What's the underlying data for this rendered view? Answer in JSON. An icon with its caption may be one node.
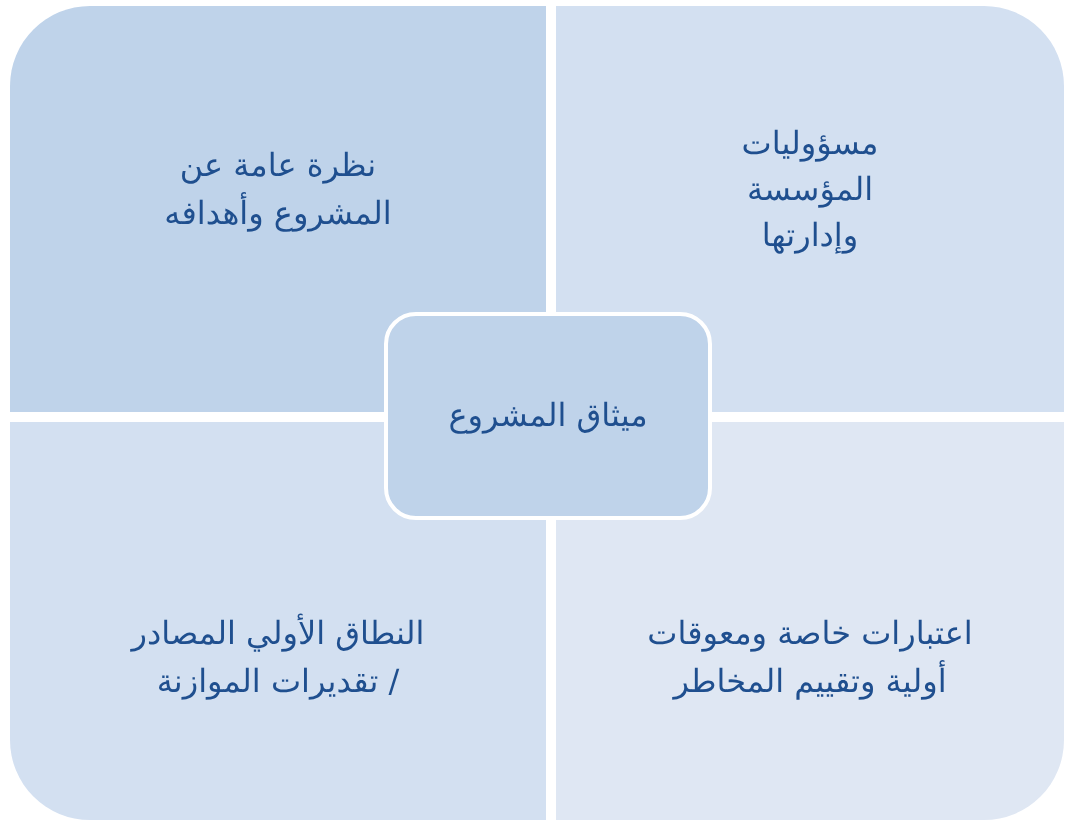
{
  "diagram": {
    "nodes": [
      {
        "text": [
          "نظرة عامة عن المشروع وأهدافه"
        ]
      },
      {
        "text": [
          "مسؤوليات المؤسسة وإدارتها"
        ]
      },
      {
        "text": [
          "النطاق الأولي المصادر / تقديرات الموازنة"
        ]
      },
      {
        "text": [
          "اعتبارات خاصة ومعوقات أولية وتقييم المخاطر"
        ]
      },
      {
        "text": [
          "ميثاق المشروع"
        ]
      }
    ]
  }
}
